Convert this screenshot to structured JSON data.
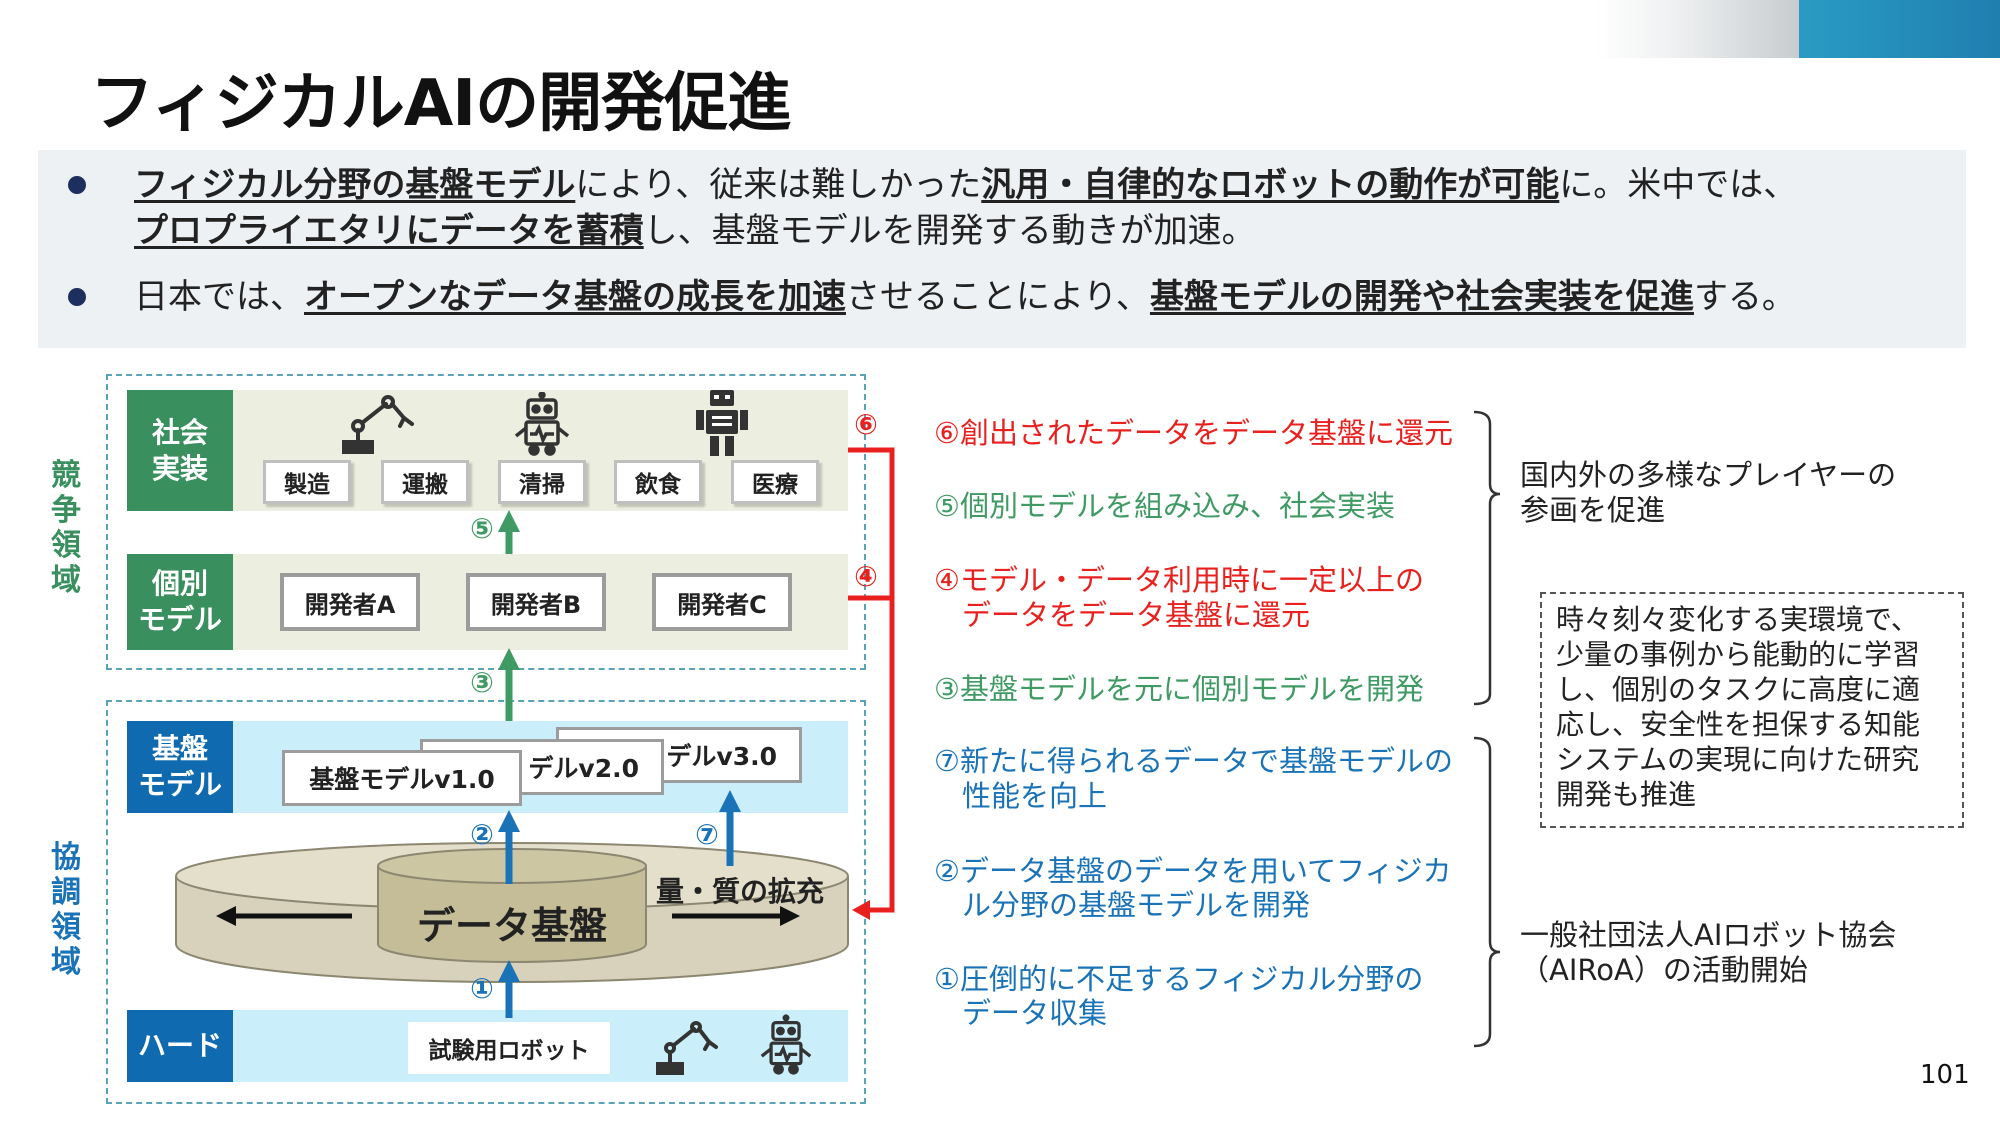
{
  "title": "フィジカルAIの開発促進",
  "bullets": [
    {
      "parts": [
        {
          "t": "フィジカル分野の基盤モデル",
          "b": true
        },
        {
          "t": "により、従来は難しかった",
          "b": false
        },
        {
          "t": "汎用・自律的なロボットの動作が可能",
          "b": true
        },
        {
          "t": "に。米中では、",
          "b": false
        }
      ],
      "parts2": [
        {
          "t": "プロプライエタリにデータを蓄積",
          "b": true
        },
        {
          "t": "し、基盤モデルを開発する動きが加速。",
          "b": false
        }
      ]
    },
    {
      "parts": [
        {
          "t": "日本では、",
          "b": false
        },
        {
          "t": "オープンなデータ基盤の成長を加速",
          "b": true
        },
        {
          "t": "させることにより、",
          "b": false
        },
        {
          "t": "基盤モデルの開発や社会実装を促進",
          "b": true
        },
        {
          "t": "する。",
          "b": false
        }
      ]
    }
  ],
  "diagram": {
    "region_competitive": "競争領域",
    "region_cooperative": "協調領域",
    "rows": {
      "social": "社会\n実装",
      "individual": "個別\nモデル",
      "foundation": "基盤\nモデル",
      "hardware": "ハード"
    },
    "sectors": [
      "製造",
      "運搬",
      "清掃",
      "飲食",
      "医療"
    ],
    "developers": [
      "開発者A",
      "開発者B",
      "開発者C"
    ],
    "models": [
      "基盤モデルv1.0",
      "デルv2.0",
      "デルv3.0"
    ],
    "data_platform": "データ基盤",
    "expansion": "量・質の拡充",
    "test_robot": "試験用ロボット",
    "markers": {
      "m1": "①",
      "m2": "②",
      "m3": "③",
      "m4": "④",
      "m5": "⑤",
      "m6": "⑥",
      "m7": "⑦"
    },
    "icons": [
      "robot-arm-icon",
      "small-robot-icon",
      "humanoid-robot-icon"
    ]
  },
  "steps": [
    {
      "text": "⑥創出されたデータをデータ基盤に還元",
      "color": "#e8211f"
    },
    {
      "text": "⑤個別モデルを組み込み、社会実装",
      "color": "#3f9a63"
    },
    {
      "text": "④モデル・データ利用時に一定以上の",
      "text2": "データをデータ基盤に還元",
      "color": "#e8211f"
    },
    {
      "text": "③基盤モデルを元に個別モデルを開発",
      "color": "#3f9a63"
    },
    {
      "text": "⑦新たに得られるデータで基盤モデルの",
      "text2": "性能を向上",
      "color": "#1a73b6"
    },
    {
      "text": "②データ基盤のデータを用いてフィジカ",
      "text2": "ル分野の基盤モデルを開発",
      "color": "#1a73b6"
    },
    {
      "text": "①圧倒的に不足するフィジカル分野の",
      "text2": "データ収集",
      "color": "#1a73b6"
    }
  ],
  "right": {
    "promote": [
      "国内外の多様なプレイヤーの",
      "参画を促進"
    ],
    "note": [
      "時々刻々変化する実環境で、",
      "少量の事例から能動的に学習",
      "し、個別のタスクに高度に適",
      "応し、安全性を担保する知能",
      "システムの実現に向けた研究",
      "開発も推進"
    ],
    "airoa": [
      "一般社団法人AIロボット協会",
      "（AIRoA）の活動開始"
    ]
  },
  "page_number": "101",
  "colors": {
    "green": "#3a8f5f",
    "blue": "#0f6aaf",
    "red": "#e8211f",
    "arrow_green": "#3f9a63",
    "arrow_blue": "#1a73b6"
  }
}
